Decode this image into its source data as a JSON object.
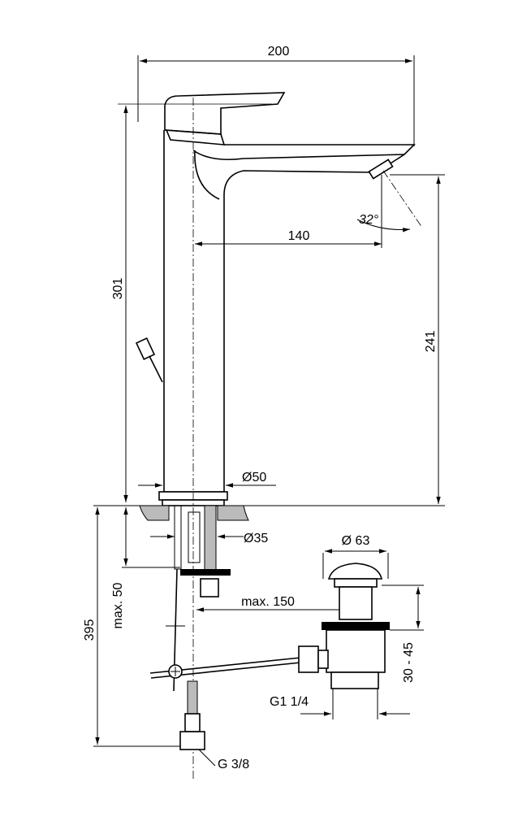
{
  "drawing": {
    "dimensions": {
      "overall_width": "200",
      "overall_height": "301",
      "spout_reach": "140",
      "spout_angle": "32°",
      "spout_height": "241",
      "body_diameter": "Ø50",
      "hole_diameter": "Ø35",
      "max_deck_thickness": "max. 50",
      "max_rod_distance": "max. 150",
      "below_deck_length": "395",
      "waste_diameter": "Ø 63",
      "waste_height_range": "30 - 45",
      "waste_thread": "G1 1/4",
      "supply_thread": "G 3/8"
    }
  }
}
